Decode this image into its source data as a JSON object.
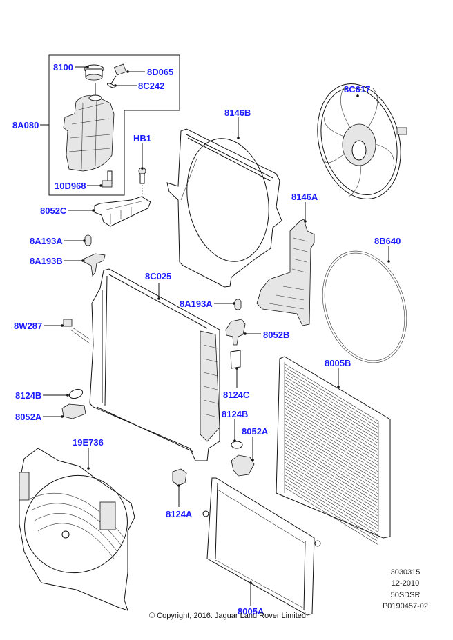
{
  "diagram": {
    "label_color": "#1a1aff",
    "callouts": [
      {
        "id": "8100",
        "label": "8100"
      },
      {
        "id": "8D065",
        "label": "8D065"
      },
      {
        "id": "8C242",
        "label": "8C242"
      },
      {
        "id": "8A080",
        "label": "8A080"
      },
      {
        "id": "10D968",
        "label": "10D968"
      },
      {
        "id": "HB1",
        "label": "HB1"
      },
      {
        "id": "8146B",
        "label": "8146B"
      },
      {
        "id": "8C617",
        "label": "8C617"
      },
      {
        "id": "8052C",
        "label": "8052C"
      },
      {
        "id": "8146A",
        "label": "8146A"
      },
      {
        "id": "8A193A_left",
        "label": "8A193A"
      },
      {
        "id": "8A193B",
        "label": "8A193B"
      },
      {
        "id": "8B640",
        "label": "8B640"
      },
      {
        "id": "8C025",
        "label": "8C025"
      },
      {
        "id": "8A193A_center",
        "label": "8A193A"
      },
      {
        "id": "8W287",
        "label": "8W287"
      },
      {
        "id": "8052B",
        "label": "8052B"
      },
      {
        "id": "8005B",
        "label": "8005B"
      },
      {
        "id": "8124B_left",
        "label": "8124B"
      },
      {
        "id": "8124C",
        "label": "8124C"
      },
      {
        "id": "8052A_left",
        "label": "8052A"
      },
      {
        "id": "8124B_center",
        "label": "8124B"
      },
      {
        "id": "8052A_center",
        "label": "8052A"
      },
      {
        "id": "19E736",
        "label": "19E736"
      },
      {
        "id": "8124A",
        "label": "8124A"
      },
      {
        "id": "8005A",
        "label": "8005A"
      }
    ],
    "meta": {
      "illustration_number": "3030315",
      "date": "12-2010",
      "model_code": "50SDSR",
      "publication_code": "P0190457-02"
    },
    "copyright": "© Copyright, 2016. Jaguar Land Rover Limited."
  }
}
